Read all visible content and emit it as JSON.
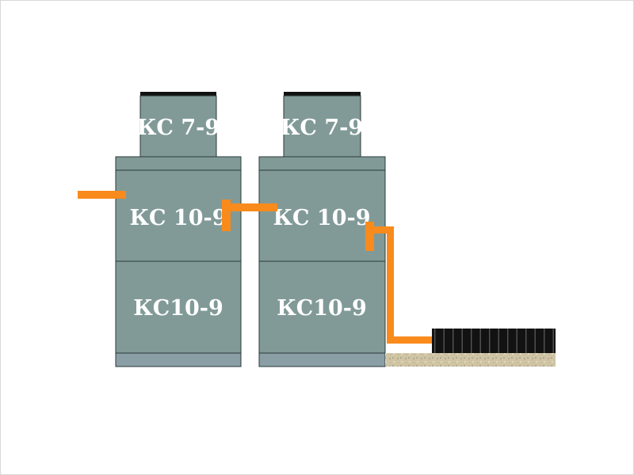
{
  "colors": {
    "ring_fill": "#819a98",
    "ring_stroke": "#2b3a39",
    "base_fill": "#8a9ea6",
    "pipe": "#f98a1c",
    "hatch": "#121212",
    "label": "#ffffff",
    "gravel": "#cfc5a5"
  },
  "wells": [
    {
      "neck_label": "КС 7-9",
      "rings": [
        {
          "label": "КС 10-9"
        },
        {
          "label": "КС10-9"
        }
      ]
    },
    {
      "neck_label": "КС 7-9",
      "rings": [
        {
          "label": "КС 10-9"
        },
        {
          "label": "КС10-9"
        }
      ]
    }
  ]
}
